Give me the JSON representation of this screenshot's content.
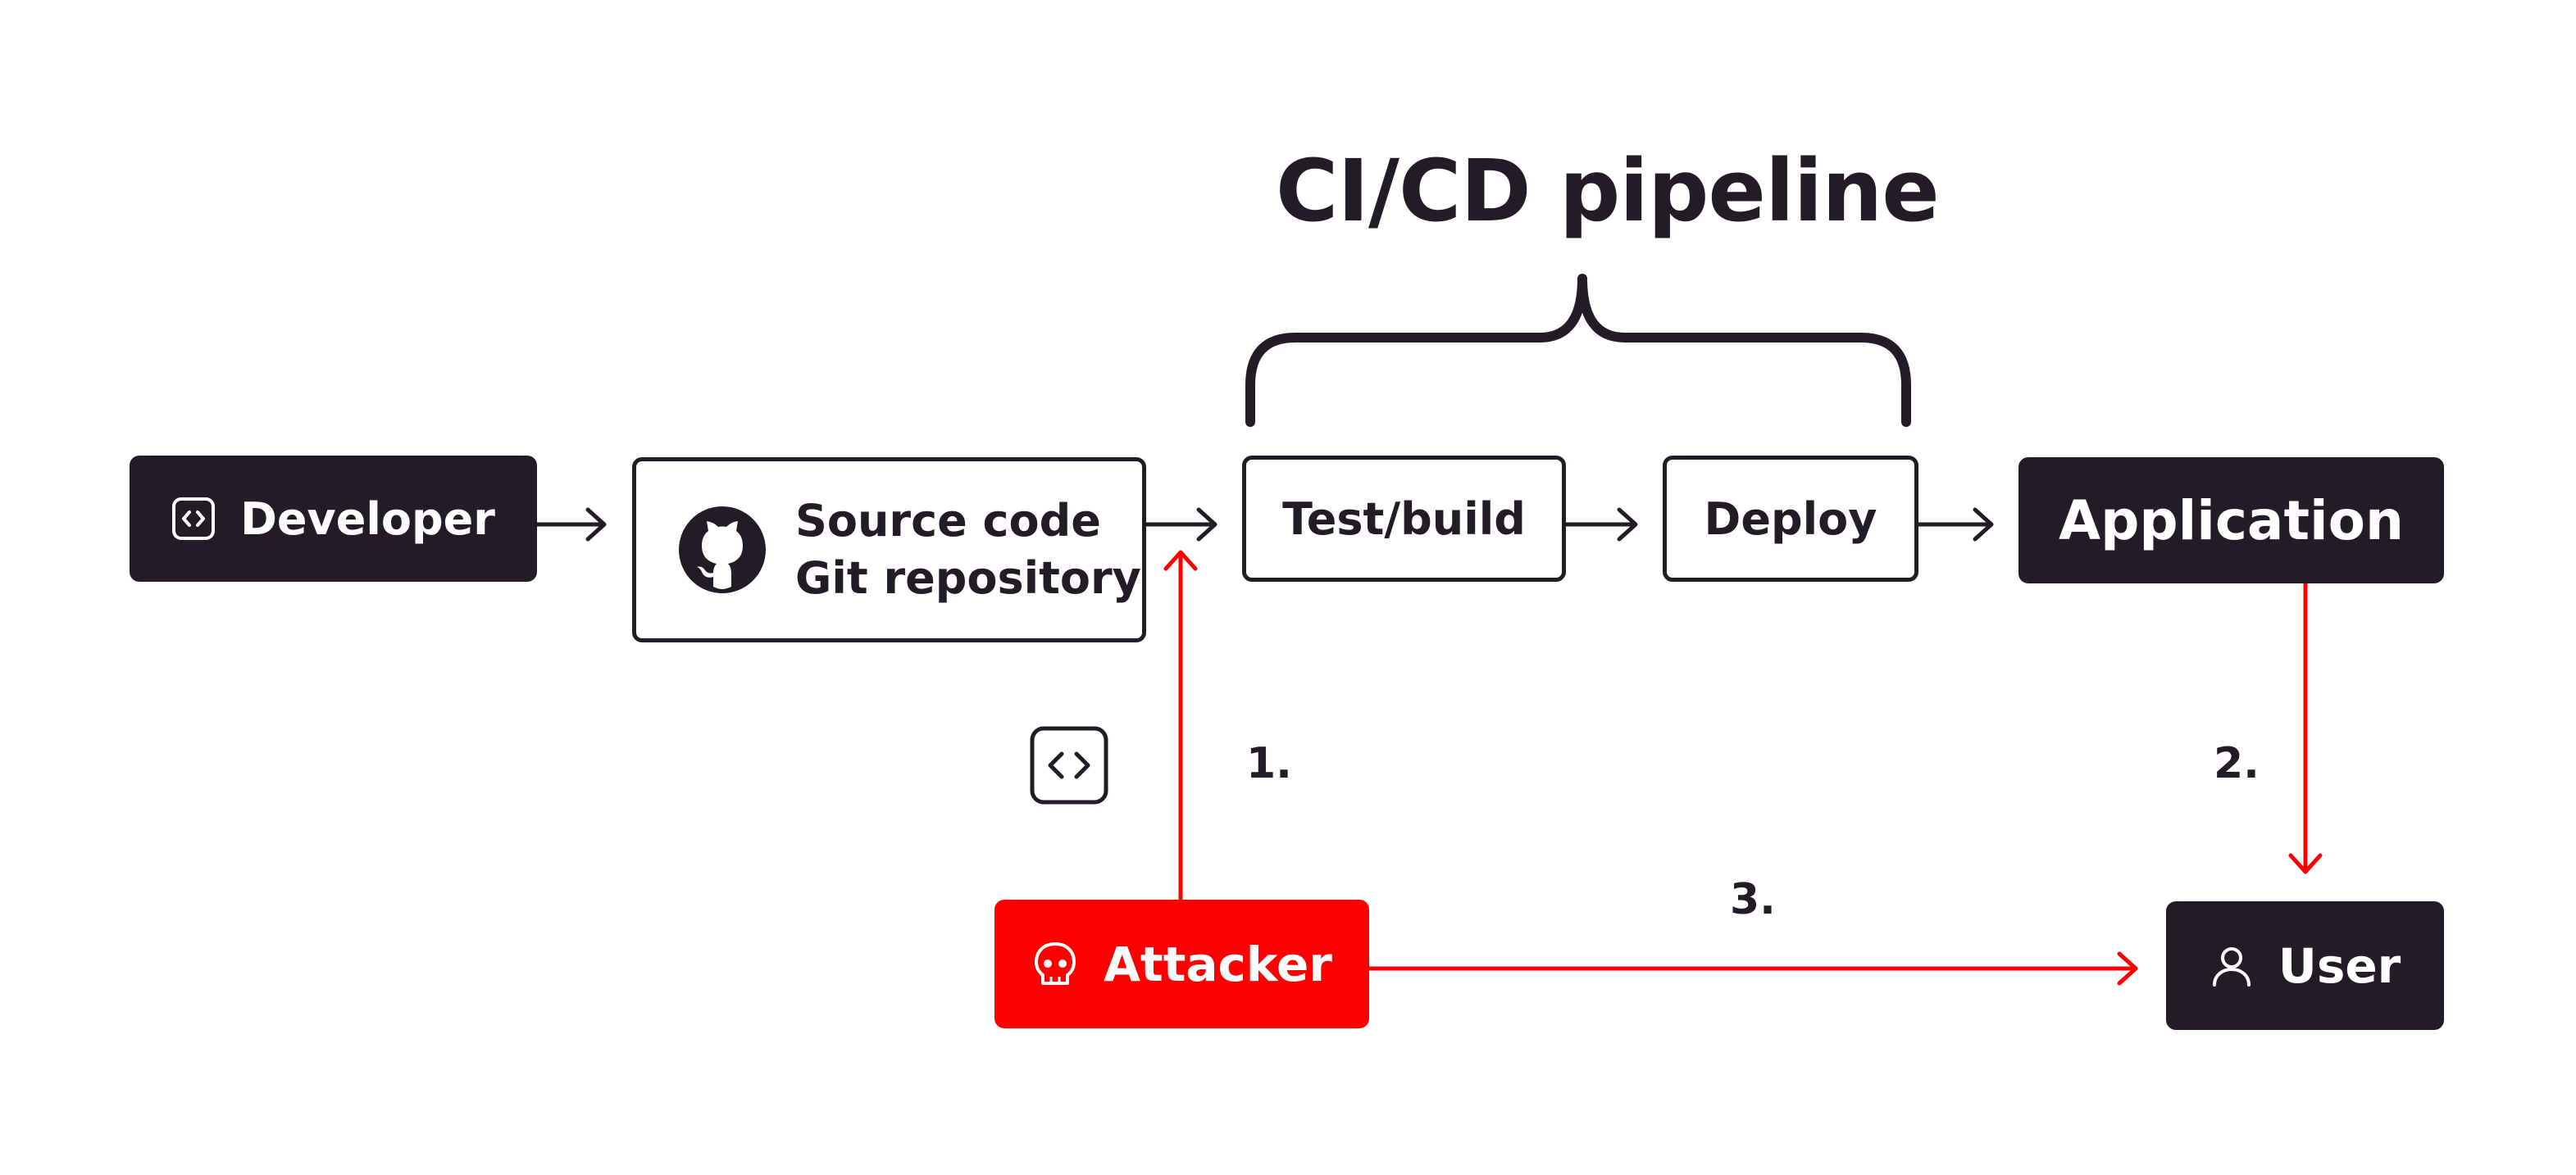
{
  "title": "CI/CD pipeline",
  "nodes": {
    "developer": {
      "label": "Developer",
      "icon": "code-icon"
    },
    "source": {
      "line1": "Source code",
      "line2": "Git repository",
      "icon": "github-icon"
    },
    "test": {
      "label": "Test/build"
    },
    "deploy": {
      "label": "Deploy"
    },
    "application": {
      "label": "Application"
    },
    "attacker": {
      "label": "Attacker",
      "icon": "skull-icon"
    },
    "user": {
      "label": "User",
      "icon": "user-icon"
    }
  },
  "steps": [
    "1.",
    "2.",
    "3."
  ],
  "colors": {
    "dark": "#231c27",
    "attack": "#ff0000",
    "background": "#ffffff"
  }
}
